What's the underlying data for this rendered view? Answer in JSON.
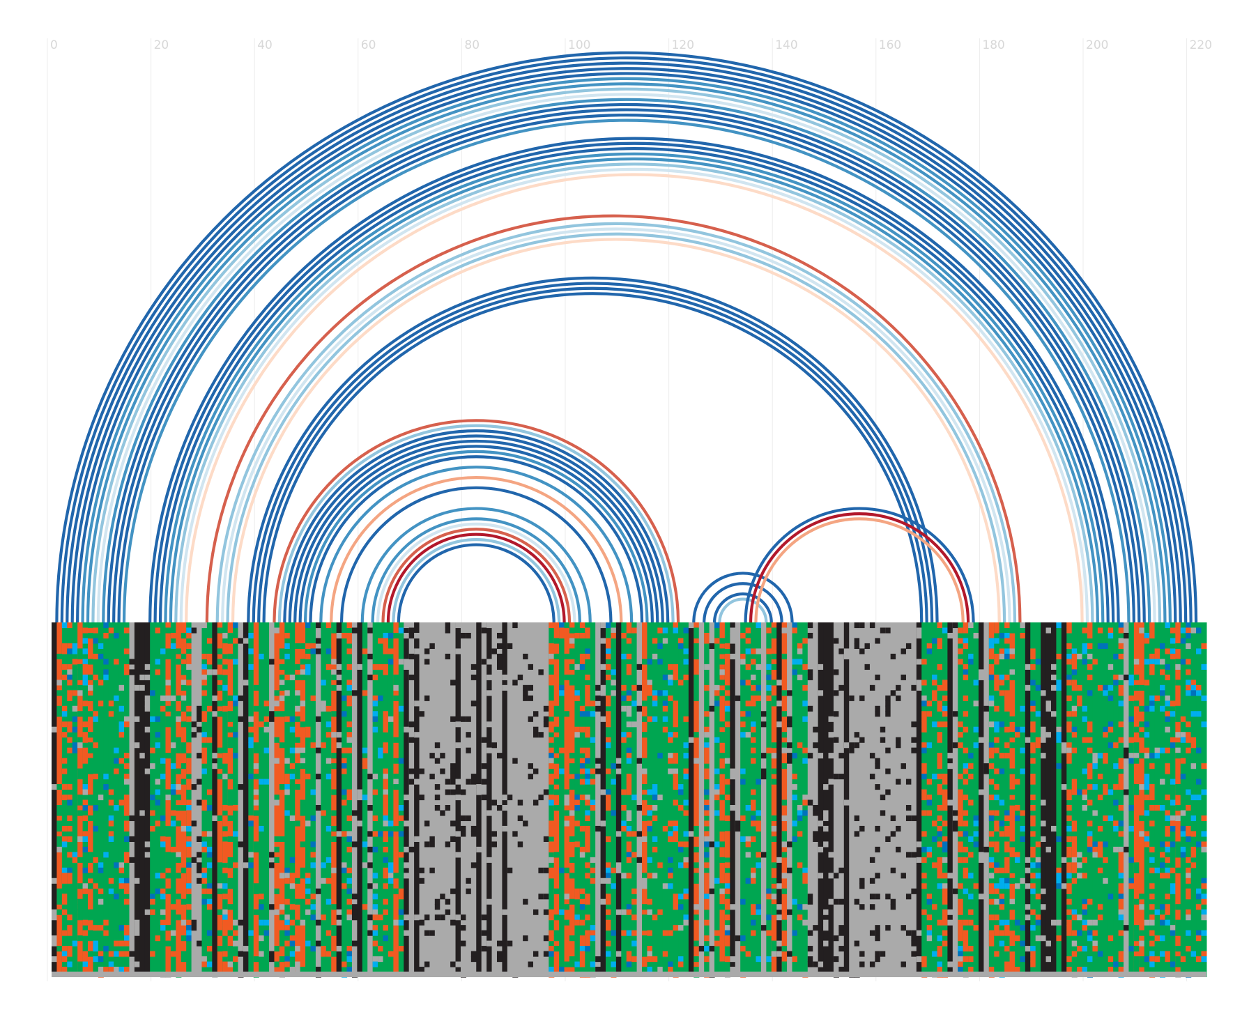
{
  "axis": {
    "ticks": [
      0,
      20,
      40,
      60,
      80,
      100,
      120,
      140,
      160,
      180,
      200,
      220
    ],
    "min": 0,
    "max": 223
  },
  "palette": {
    "dark_blue": "#2166ac",
    "mid_blue": "#4393c3",
    "light_blue": "#92c5de",
    "pale_blue": "#d1e5f0",
    "pale_orange": "#fddbc7",
    "salmon": "#f4a582",
    "red_orange": "#d6604d",
    "dark_red": "#b2182b"
  },
  "alignment_colors": {
    "green": "#00a651",
    "gray": "#aaaaaa",
    "black": "#231f20",
    "orange": "#f15a22",
    "blue": "#0072bc",
    "cyan": "#00aeef",
    "pink": "#ee82c8"
  },
  "alignment": {
    "rows": 68,
    "start": 0,
    "end": 223,
    "loop_regions": [
      [
        68,
        95
      ],
      [
        146,
        167
      ]
    ]
  },
  "arcs": [
    {
      "i": 1,
      "j": 221,
      "color": "dark_blue"
    },
    {
      "i": 2,
      "j": 220,
      "color": "dark_blue"
    },
    {
      "i": 3,
      "j": 219,
      "color": "dark_blue"
    },
    {
      "i": 4,
      "j": 218,
      "color": "dark_blue"
    },
    {
      "i": 5,
      "j": 217,
      "color": "dark_blue"
    },
    {
      "i": 6,
      "j": 216,
      "color": "mid_blue"
    },
    {
      "i": 7,
      "j": 215,
      "color": "mid_blue"
    },
    {
      "i": 8,
      "j": 214,
      "color": "light_blue"
    },
    {
      "i": 9,
      "j": 213,
      "color": "pale_blue"
    },
    {
      "i": 10,
      "j": 212,
      "color": "mid_blue"
    },
    {
      "i": 11,
      "j": 211,
      "color": "dark_blue"
    },
    {
      "i": 12,
      "j": 210,
      "color": "dark_blue"
    },
    {
      "i": 13,
      "j": 209,
      "color": "dark_blue"
    },
    {
      "i": 14,
      "j": 208,
      "color": "mid_blue"
    },
    {
      "i": 19,
      "j": 206,
      "color": "dark_blue"
    },
    {
      "i": 20,
      "j": 205,
      "color": "dark_blue"
    },
    {
      "i": 21,
      "j": 204,
      "color": "dark_blue"
    },
    {
      "i": 22,
      "j": 203,
      "color": "mid_blue"
    },
    {
      "i": 23,
      "j": 202,
      "color": "mid_blue"
    },
    {
      "i": 24,
      "j": 201,
      "color": "light_blue"
    },
    {
      "i": 25,
      "j": 200,
      "color": "pale_blue"
    },
    {
      "i": 26,
      "j": 199,
      "color": "pale_orange"
    },
    {
      "i": 30,
      "j": 187,
      "color": "red_orange"
    },
    {
      "i": 32,
      "j": 186,
      "color": "light_blue"
    },
    {
      "i": 33,
      "j": 185,
      "color": "pale_blue"
    },
    {
      "i": 34,
      "j": 184,
      "color": "light_blue"
    },
    {
      "i": 35,
      "j": 183,
      "color": "pale_orange"
    },
    {
      "i": 38,
      "j": 171,
      "color": "dark_blue"
    },
    {
      "i": 39,
      "j": 170,
      "color": "dark_blue"
    },
    {
      "i": 40,
      "j": 169,
      "color": "dark_blue"
    },
    {
      "i": 41,
      "j": 168,
      "color": "dark_blue"
    },
    {
      "i": 43,
      "j": 121,
      "color": "red_orange"
    },
    {
      "i": 44,
      "j": 120,
      "color": "light_blue"
    },
    {
      "i": 45,
      "j": 119,
      "color": "dark_blue"
    },
    {
      "i": 46,
      "j": 118,
      "color": "dark_blue"
    },
    {
      "i": 47,
      "j": 117,
      "color": "dark_blue"
    },
    {
      "i": 48,
      "j": 116,
      "color": "dark_blue"
    },
    {
      "i": 49,
      "j": 115,
      "color": "mid_blue"
    },
    {
      "i": 50,
      "j": 114,
      "color": "dark_blue"
    },
    {
      "i": 52,
      "j": 112,
      "color": "mid_blue"
    },
    {
      "i": 54,
      "j": 110,
      "color": "salmon"
    },
    {
      "i": 56,
      "j": 108,
      "color": "dark_blue"
    },
    {
      "i": 60,
      "j": 104,
      "color": "mid_blue"
    },
    {
      "i": 62,
      "j": 102,
      "color": "mid_blue"
    },
    {
      "i": 63,
      "j": 101,
      "color": "pale_blue"
    },
    {
      "i": 64,
      "j": 100,
      "color": "red_orange"
    },
    {
      "i": 65,
      "j": 99,
      "color": "dark_red"
    },
    {
      "i": 66,
      "j": 98,
      "color": "light_blue"
    },
    {
      "i": 67,
      "j": 97,
      "color": "dark_blue"
    },
    {
      "i": 124,
      "j": 143,
      "color": "dark_blue"
    },
    {
      "i": 126,
      "j": 141,
      "color": "dark_blue"
    },
    {
      "i": 128,
      "j": 139,
      "color": "dark_blue"
    },
    {
      "i": 129,
      "j": 138,
      "color": "light_blue"
    },
    {
      "i": 134,
      "j": 178,
      "color": "dark_blue"
    },
    {
      "i": 135,
      "j": 177,
      "color": "dark_red"
    },
    {
      "i": 136,
      "j": 176,
      "color": "salmon"
    }
  ]
}
